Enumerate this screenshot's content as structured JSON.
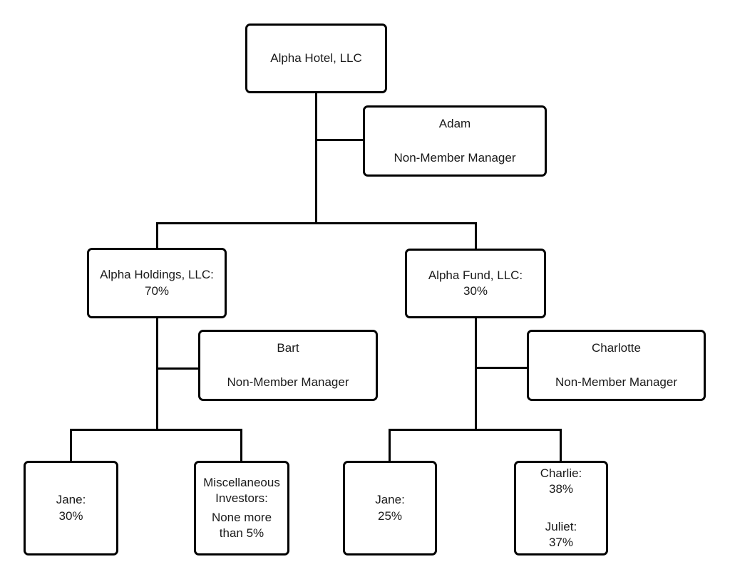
{
  "diagram": {
    "type": "org-chart",
    "colors": {
      "line": "#000000",
      "text": "#1a1a1a",
      "box_bg": "#ffffff",
      "page_bg": "#ffffff"
    },
    "nodes": {
      "alpha_hotel": {
        "label": "Alpha Hotel, LLC"
      },
      "adam": {
        "name": "Adam",
        "role": "Non-Member Manager"
      },
      "alpha_holdings": {
        "name": "Alpha Holdings, LLC:",
        "share": "70%"
      },
      "alpha_fund": {
        "name": "Alpha Fund, LLC:",
        "share": "30%"
      },
      "bart": {
        "name": "Bart",
        "role": "Non-Member Manager"
      },
      "charlotte": {
        "name": "Charlotte",
        "role": "Non-Member Manager"
      },
      "jane_holdings": {
        "name": "Jane:",
        "share": "30%"
      },
      "misc_investors": {
        "name": "Miscellaneous Investors:",
        "share": "None more than 5%"
      },
      "jane_fund": {
        "name": "Jane:",
        "share": "25%"
      },
      "charlie_juliet": {
        "charlie_name": "Charlie:",
        "charlie_share": "38%",
        "juliet_name": "Juliet:",
        "juliet_share": "37%"
      }
    },
    "edges": [
      {
        "from": "alpha_hotel",
        "to": "adam",
        "relation": "manager"
      },
      {
        "from": "alpha_hotel",
        "to": "alpha_holdings",
        "relation": "member"
      },
      {
        "from": "alpha_hotel",
        "to": "alpha_fund",
        "relation": "member"
      },
      {
        "from": "alpha_holdings",
        "to": "bart",
        "relation": "manager"
      },
      {
        "from": "alpha_holdings",
        "to": "jane_holdings",
        "relation": "member"
      },
      {
        "from": "alpha_holdings",
        "to": "misc_investors",
        "relation": "member"
      },
      {
        "from": "alpha_fund",
        "to": "charlotte",
        "relation": "manager"
      },
      {
        "from": "alpha_fund",
        "to": "jane_fund",
        "relation": "member"
      },
      {
        "from": "alpha_fund",
        "to": "charlie_juliet",
        "relation": "member"
      }
    ]
  }
}
